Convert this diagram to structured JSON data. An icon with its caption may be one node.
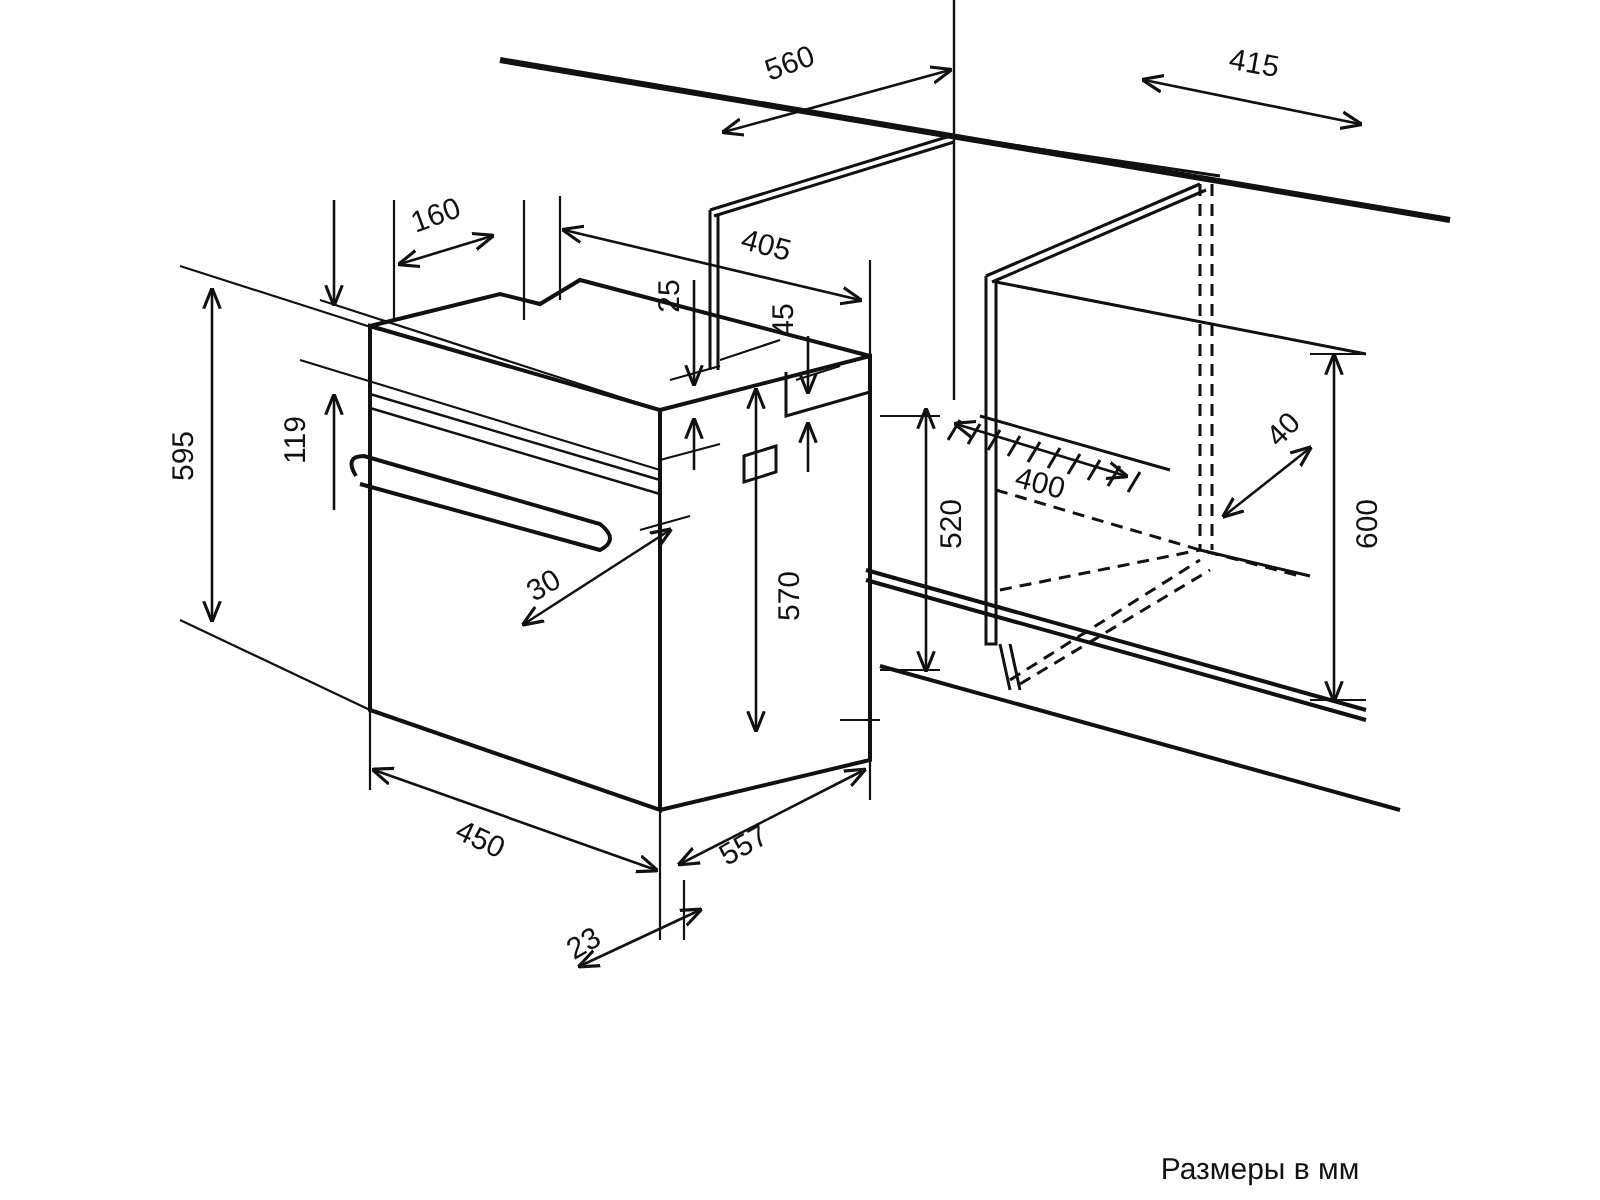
{
  "diagram": {
    "labels": [
      "560",
      "415",
      "160",
      "405",
      "25",
      "45",
      "595",
      "119",
      "400",
      "40",
      "520",
      "600",
      "570",
      "30",
      "450",
      "557",
      "23",
      "Размеры в мм"
    ]
  }
}
